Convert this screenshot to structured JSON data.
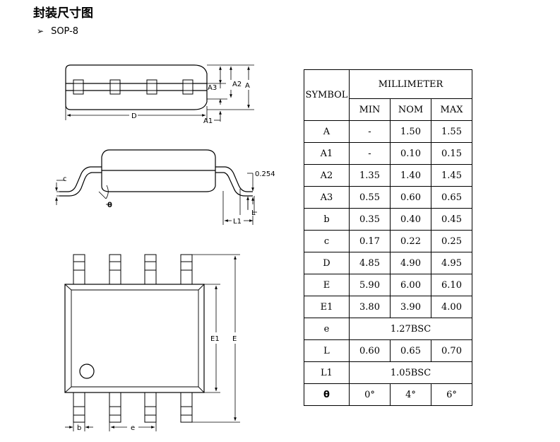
{
  "heading": "封装尺寸图",
  "package": {
    "bullet": "➢",
    "name": "SOP-8"
  },
  "drawing_labels": {
    "top": {
      "a3": "A3",
      "a2": "A2",
      "a": "A",
      "d": "D",
      "a1": "A1"
    },
    "side": {
      "c": "c",
      "lead_gap": "0.254",
      "theta": "θ",
      "l": "L",
      "l1": "L1"
    },
    "plan": {
      "e1": "E1",
      "e": "E",
      "b": "b",
      "pitch": "e"
    }
  },
  "table": {
    "symbol_header": "SYMBOL",
    "unit_header": "MILLIMETER",
    "col_min": "MIN",
    "col_nom": "NOM",
    "col_max": "MAX",
    "rows": [
      {
        "symbol": "A",
        "min": "-",
        "nom": "1.50",
        "max": "1.55"
      },
      {
        "symbol": "A1",
        "min": "-",
        "nom": "0.10",
        "max": "0.15"
      },
      {
        "symbol": "A2",
        "min": "1.35",
        "nom": "1.40",
        "max": "1.45"
      },
      {
        "symbol": "A3",
        "min": "0.55",
        "nom": "0.60",
        "max": "0.65"
      },
      {
        "symbol": "b",
        "min": "0.35",
        "nom": "0.40",
        "max": "0.45"
      },
      {
        "symbol": "c",
        "min": "0.17",
        "nom": "0.22",
        "max": "0.25"
      },
      {
        "symbol": "D",
        "min": "4.85",
        "nom": "4.90",
        "max": "4.95"
      },
      {
        "symbol": "E",
        "min": "5.90",
        "nom": "6.00",
        "max": "6.10"
      },
      {
        "symbol": "E1",
        "min": "3.80",
        "nom": "3.90",
        "max": "4.00"
      },
      {
        "symbol": "e",
        "span": "1.27BSC"
      },
      {
        "symbol": "L",
        "min": "0.60",
        "nom": "0.65",
        "max": "0.70"
      },
      {
        "symbol": "L1",
        "span": "1.05BSC"
      },
      {
        "symbol": "θ",
        "min": "0°",
        "nom": "4°",
        "max": "6°"
      }
    ]
  }
}
